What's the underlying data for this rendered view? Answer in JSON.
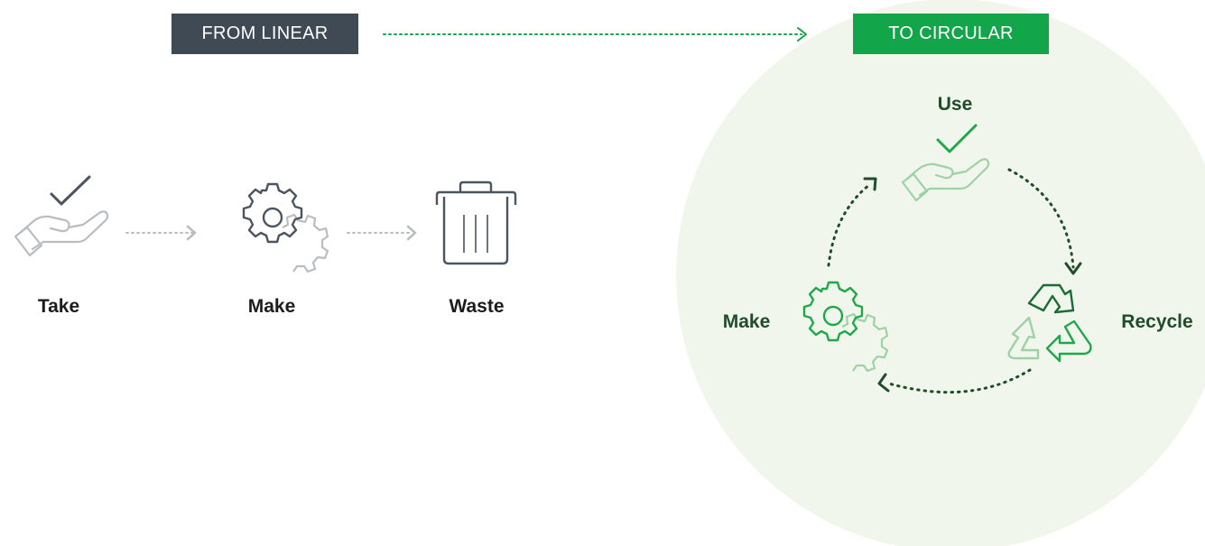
{
  "header": {
    "from_label": "FROM LINEAR",
    "to_label": "TO CIRCULAR"
  },
  "linear": {
    "steps": [
      {
        "label": "Take",
        "icon": "hand-check-icon"
      },
      {
        "label": "Make",
        "icon": "gear-icon"
      },
      {
        "label": "Waste",
        "icon": "trash-bin-icon"
      }
    ]
  },
  "circular": {
    "steps": [
      {
        "label": "Use",
        "icon": "hand-check-icon"
      },
      {
        "label": "Recycle",
        "icon": "recycle-icon"
      },
      {
        "label": "Make",
        "icon": "gear-icon"
      }
    ]
  },
  "colors": {
    "linear_tag_bg": "#3f4a54",
    "circular_tag_bg": "#13a54a",
    "circle_bg": "#f1f6ec",
    "linear_icon": "#4a5560",
    "linear_icon_light": "#b9bdc1",
    "green_dark": "#1b6b35",
    "green_mid": "#1fa84a",
    "green_light": "#9fd1a6",
    "dark_arrow": "#1f4d2b"
  }
}
